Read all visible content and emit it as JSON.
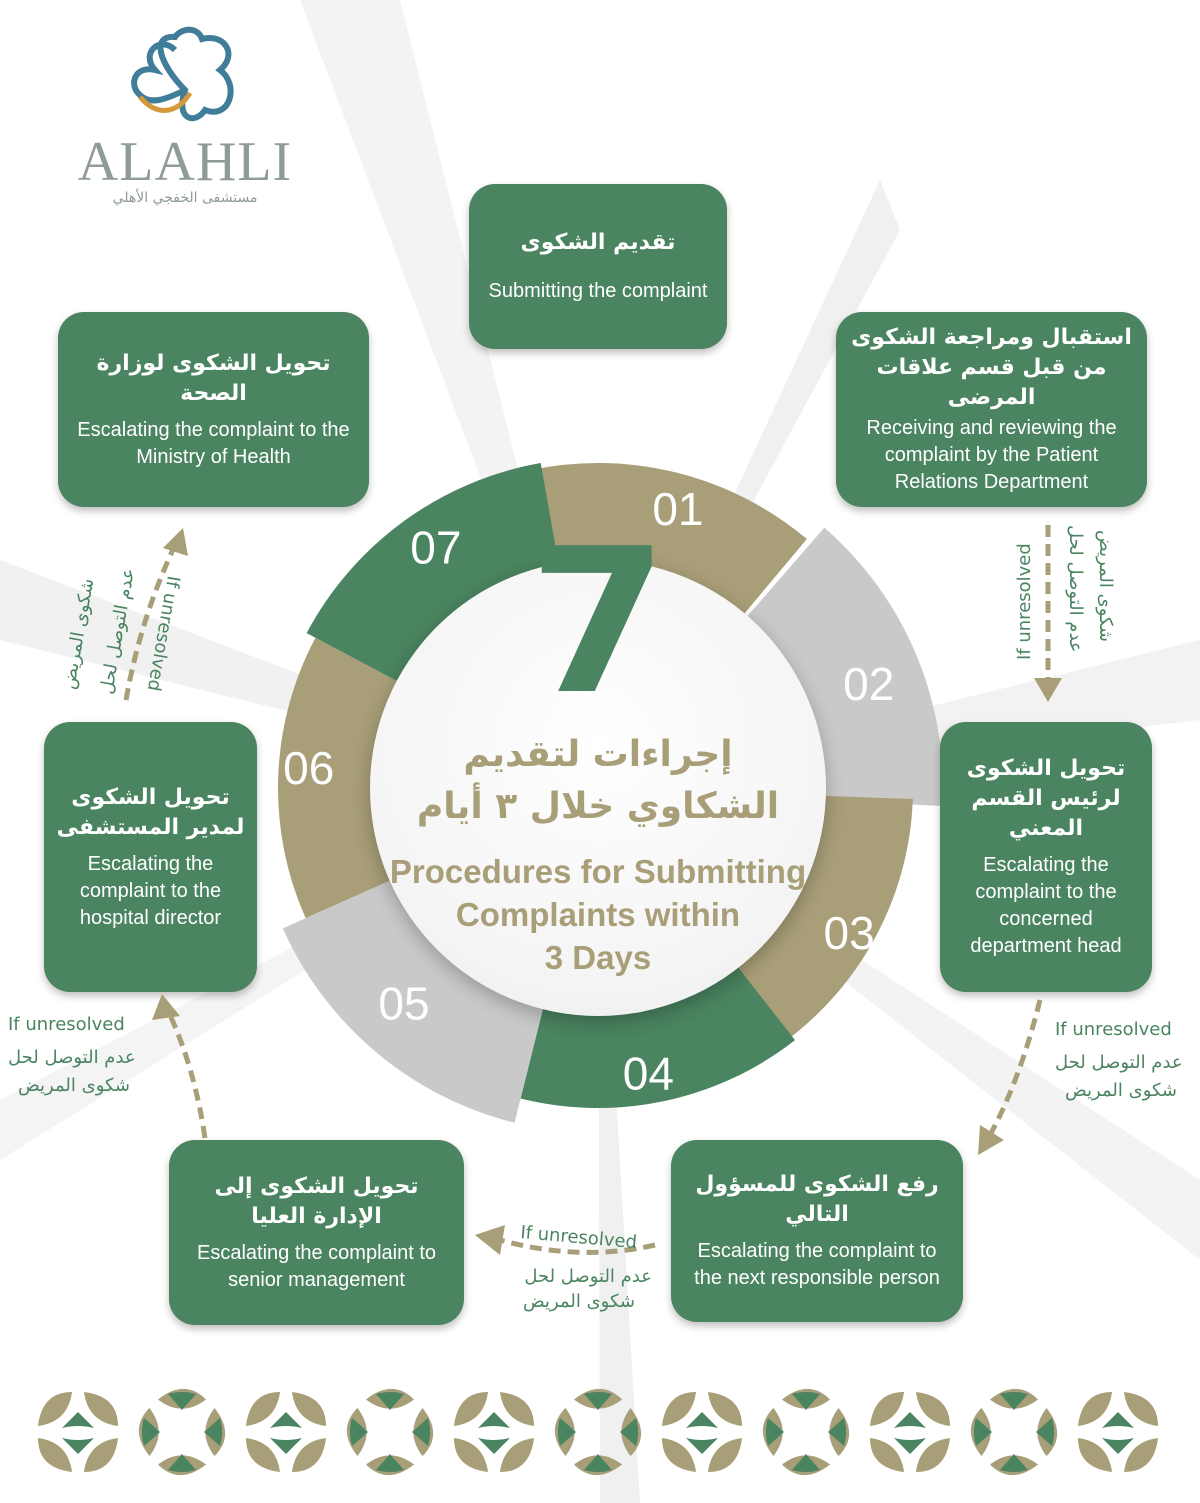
{
  "logo": {
    "name": "ALAHLI",
    "arabic": "مستشفى الخفجي الأهلي"
  },
  "center": {
    "number": "7",
    "title_ar_line1": "إجراءات لتقديم",
    "title_ar_line2": "الشكاوي خلال ٣ أيام",
    "title_en_line1": "Procedures for Submitting",
    "title_en_line2": "Complaints within",
    "title_en_line3": "3 Days"
  },
  "colors": {
    "green": "#4a8460",
    "tan": "#a89e78",
    "gray": "#c9c9c9"
  },
  "segments": [
    {
      "num": "01",
      "color": "#a89e78"
    },
    {
      "num": "02",
      "color": "#c9c9c9"
    },
    {
      "num": "03",
      "color": "#a89e78"
    },
    {
      "num": "04",
      "color": "#4a8460"
    },
    {
      "num": "05",
      "color": "#c9c9c9"
    },
    {
      "num": "06",
      "color": "#a89e78"
    },
    {
      "num": "07",
      "color": "#4a8460"
    }
  ],
  "steps": [
    {
      "ar": "تقديم الشكوى",
      "en": "Submitting the complaint"
    },
    {
      "ar": "استقبال ومراجعة الشكوى من قبل قسم علاقات المرضى",
      "en": "Receiving and reviewing the complaint by the Patient Relations Department"
    },
    {
      "ar": "تحويل الشكوى لرئيس القسم المعني",
      "en": "Escalating the complaint to the concerned department head"
    },
    {
      "ar": "رفع الشكوى للمسؤول التالي",
      "en": "Escalating the complaint to the next responsible person"
    },
    {
      "ar": "تحويل الشكوى إلى الإدارة العليا",
      "en": "Escalating the complaint to senior management"
    },
    {
      "ar": "تحويل الشكوى لمدير المستشفى",
      "en": "Escalating the complaint to the hospital director"
    },
    {
      "ar": "تحويل الشكوى لوزارة الصحة",
      "en": "Escalating the complaint to the Ministry of Health"
    }
  ],
  "arrow_label": {
    "en": "If unresolved",
    "ar_line1": "عدم التوصل لحل",
    "ar_line2": "شكوى المريض"
  }
}
